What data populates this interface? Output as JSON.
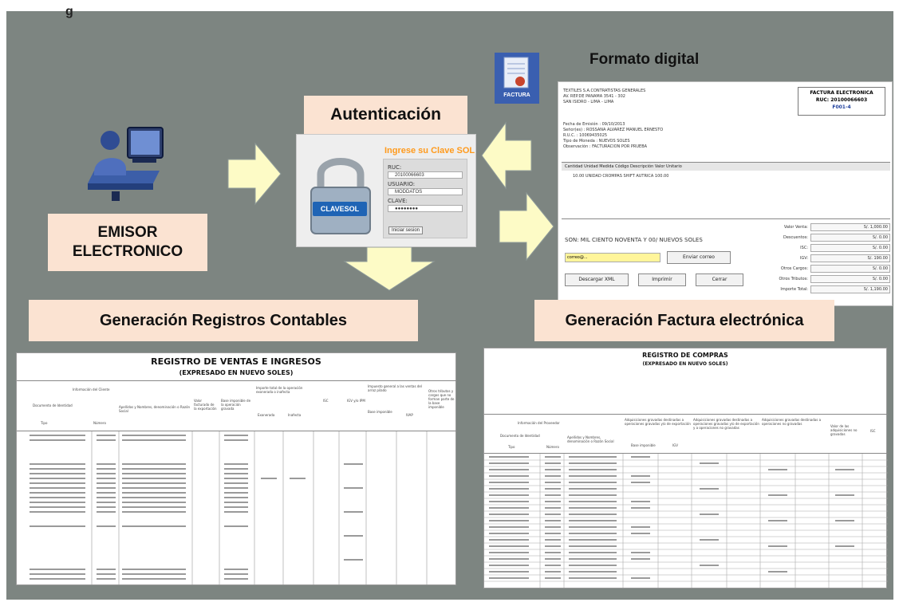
{
  "top_fragment": "g",
  "labels": {
    "formato_digital": "Formato digital",
    "autenticacion": "Autenticación",
    "emisor": "EMISOR\nELECTRONICO",
    "gen_registros": "Generación Registros Contables",
    "gen_factura": "Generación Factura electrónica"
  },
  "auth": {
    "prompt": "Ingrese su Clave SOL",
    "ruc_label": "RUC:",
    "ruc_value": "20100066603",
    "usuario_label": "USUARIO:",
    "usuario_value": "MODDATOS",
    "clave_label": "CLAVE:",
    "clave_value": "●●●●●●●●",
    "button": "Iniciar sesion",
    "logo": "CLAVESOL"
  },
  "document_icon_label": "FACTURA",
  "invoice": {
    "header_lines": [
      "TEXTILES S.A.CONTRATISTAS GENERALES",
      "AV. REP.DE PANAMA 3541 - 302",
      "SAN ISIDRO - LIMA - LIMA"
    ],
    "box_title": "FACTURA ELECTRONICA",
    "box_ruc": "RUC: 20100066603",
    "box_number": "F001-4",
    "client_lines": [
      "Fecha de Emisión    : 09/10/2013",
      "Señor(es)               : ROSSANA ALVAREZ MANUEL ERNESTO",
      "R.U.C.                     : 10069435025",
      "Tipo de Moneda     : NUEVOS SOLES",
      "Observación          : FACTURACION POR PRUEBA"
    ],
    "table_header": "Cantidad   Unidad Medida      Código   Descripción                                                            Valor Unitario",
    "table_row": "10.00         UNIDAD                          CROMPAS SHIFT AUTRICA                                                        100.00",
    "amount_words": "SON: MIL CIENTO NOVENTA Y 00/ NUEVOS SOLES",
    "email_placeholder": "correo@...",
    "buttons": {
      "email": "Enviar correo",
      "xml": "Descargar XML",
      "print": "Imprimir",
      "close": "Cerrar"
    },
    "totals": [
      {
        "label": "Valor Venta:",
        "value": "S/. 1,000.00"
      },
      {
        "label": "Descuentos:",
        "value": "S/. 0.00"
      },
      {
        "label": "ISC:",
        "value": "S/. 0.00"
      },
      {
        "label": "IGV:",
        "value": "S/. 190.00"
      },
      {
        "label": "Otros Cargos:",
        "value": "S/. 0.00"
      },
      {
        "label": "Otros Tributos:",
        "value": "S/. 0.00"
      },
      {
        "label": "Importe Total:",
        "value": "S/. 1,190.00"
      }
    ]
  },
  "registro_ventas": {
    "title": "REGISTRO DE VENTAS E INGRESOS",
    "subtitle": "(EXPRESADO EN NUEVO SOLES)",
    "headers": [
      "Información del Cliente",
      "Documento de Identidad",
      "Tipo",
      "Número",
      "Apellidos y Nombres, denominación o Razón Social",
      "Valor facturado de la exportación",
      "Base imponible de la operación gravada",
      "Importe total de la operación exonerada o inafecta",
      "Exonerada",
      "Inafecta",
      "ISC",
      "IGV y/o IPM",
      "Impuesto general a las ventas del arroz pilado",
      "Base imponible",
      "IVAP",
      "Otros tributos y cargos que no forman parte de la base imponible"
    ]
  },
  "registro_compras": {
    "title": "REGISTRO DE COMPRAS",
    "subtitle": "(EXPRESADO EN NUEVO SOLES)",
    "headers": [
      "Información del Proveedor",
      "Adquisiciones gravadas destinadas a operaciones gravadas y/o de exportación",
      "Adquisiciones gravadas destinadas a operaciones gravadas y/o de exportación y a operaciones no gravadas",
      "Adquisiciones gravadas destinadas a operaciones no gravadas",
      "Valor de las adquisiciones no gravadas",
      "ISC",
      "Documento de Identidad",
      "Tipo",
      "Número",
      "Apellidos y Nombres, denominación o Razón Social",
      "Base imponible",
      "IGV"
    ]
  }
}
